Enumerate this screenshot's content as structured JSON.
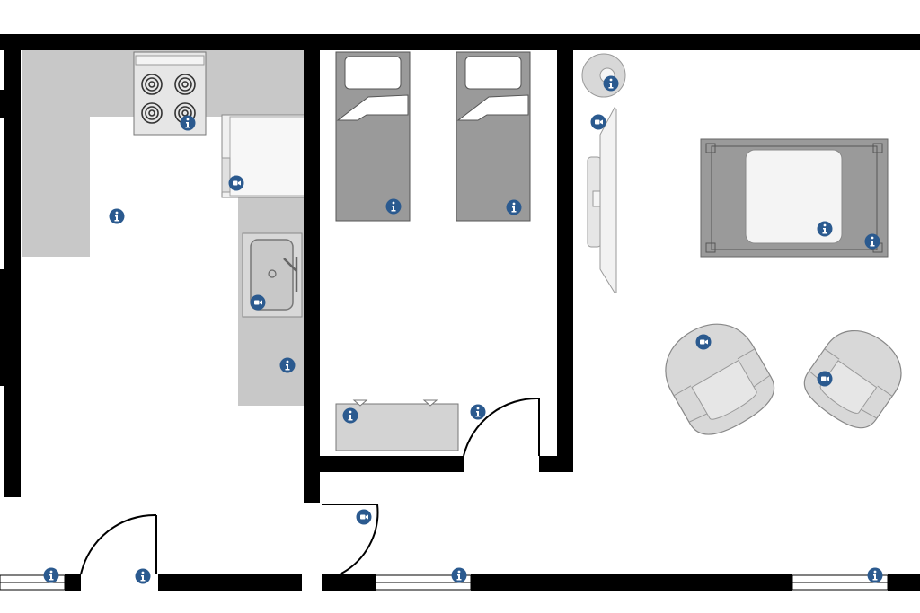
{
  "floorplan": {
    "colors": {
      "wall": "#000000",
      "floor": "#ffffff",
      "counter": "#c8c8c8",
      "furniture": "#9a9a9a",
      "furniture_light": "#d3d3d3",
      "marker": "#2b5a8f",
      "marker_glyph": "#ffffff"
    },
    "hotspots": [
      {
        "id": "stove",
        "kind": "info"
      },
      {
        "id": "fridge",
        "kind": "camera"
      },
      {
        "id": "kitchen-floor",
        "kind": "info"
      },
      {
        "id": "sink",
        "kind": "camera"
      },
      {
        "id": "counter",
        "kind": "info"
      },
      {
        "id": "bed-left",
        "kind": "info"
      },
      {
        "id": "bed-right",
        "kind": "info"
      },
      {
        "id": "dresser",
        "kind": "info"
      },
      {
        "id": "bedroom-door",
        "kind": "info"
      },
      {
        "id": "lamp",
        "kind": "info"
      },
      {
        "id": "tv-stand",
        "kind": "camera"
      },
      {
        "id": "rug",
        "kind": "info"
      },
      {
        "id": "rug-corner",
        "kind": "info"
      },
      {
        "id": "armchair-left",
        "kind": "camera"
      },
      {
        "id": "armchair-right",
        "kind": "camera"
      },
      {
        "id": "hall-door",
        "kind": "camera"
      },
      {
        "id": "window-left",
        "kind": "info"
      },
      {
        "id": "entry-door",
        "kind": "info"
      },
      {
        "id": "window-middle",
        "kind": "info"
      },
      {
        "id": "window-right",
        "kind": "info"
      }
    ]
  }
}
